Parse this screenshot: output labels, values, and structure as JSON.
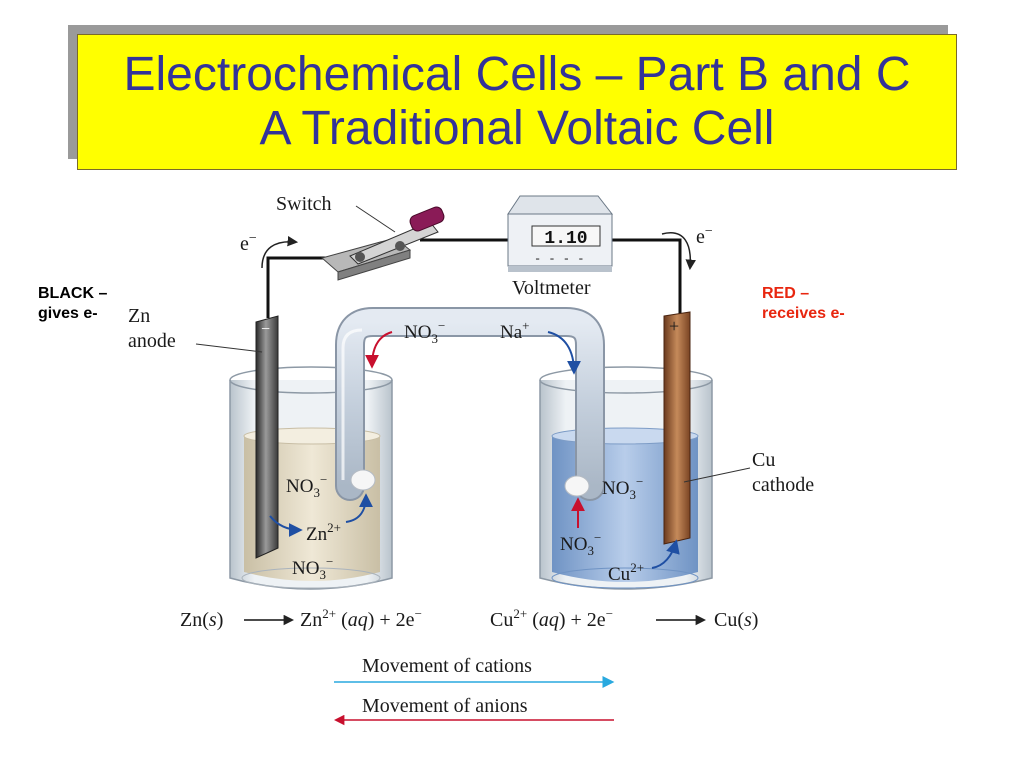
{
  "title": {
    "line1": "Electrochemical Cells – Part B and C",
    "line2": "A Traditional Voltaic Cell"
  },
  "notes": {
    "black_line1": "BLACK –",
    "black_line2": "gives e-",
    "red_line1": "RED –",
    "red_line2": "receives e-"
  },
  "diagram": {
    "switch_label": "Switch",
    "voltmeter_label": "Voltmeter",
    "voltmeter_reading": "1.10",
    "voltmeter_dashes": "- - -   -",
    "electron_left": "e",
    "electron_right": "e",
    "minus_sign": "−",
    "plus_sign": "+",
    "anode_line1": "Zn",
    "anode_line2": "anode",
    "cathode_line1": "Cu",
    "cathode_line2": "cathode",
    "bridge_anion": "NO",
    "bridge_cation": "Na",
    "ion_no3": "NO",
    "ion_zn": "Zn",
    "ion_cu": "Cu",
    "sub3": "3",
    "charge_minus": "−",
    "charge_plus": "+",
    "charge_2plus": "2+",
    "eq_left_part1": "Zn(",
    "eq_left_s": "s",
    "eq_left_part2": ")",
    "eq_left_part3": "Zn",
    "eq_left_part4": "(",
    "eq_left_aq": "aq",
    "eq_left_part5": ") + 2e",
    "eq_right_part1": "Cu",
    "eq_right_part2": "(",
    "eq_right_aq": "aq",
    "eq_right_part3": ") + 2e",
    "eq_right_part4": "Cu(",
    "eq_right_s": "s",
    "eq_right_part5": ")",
    "cations_label": "Movement of cations",
    "anions_label": "Movement of anions"
  },
  "colors": {
    "title_text": "#333399",
    "title_bg": "#ffff00",
    "black_note": "#000000",
    "red_note": "#e8260f",
    "cation_arrow": "#29a9df",
    "anion_arrow": "#c8102e",
    "ion_arrow_blue": "#1f4fa3",
    "ion_arrow_red": "#c8102e"
  }
}
